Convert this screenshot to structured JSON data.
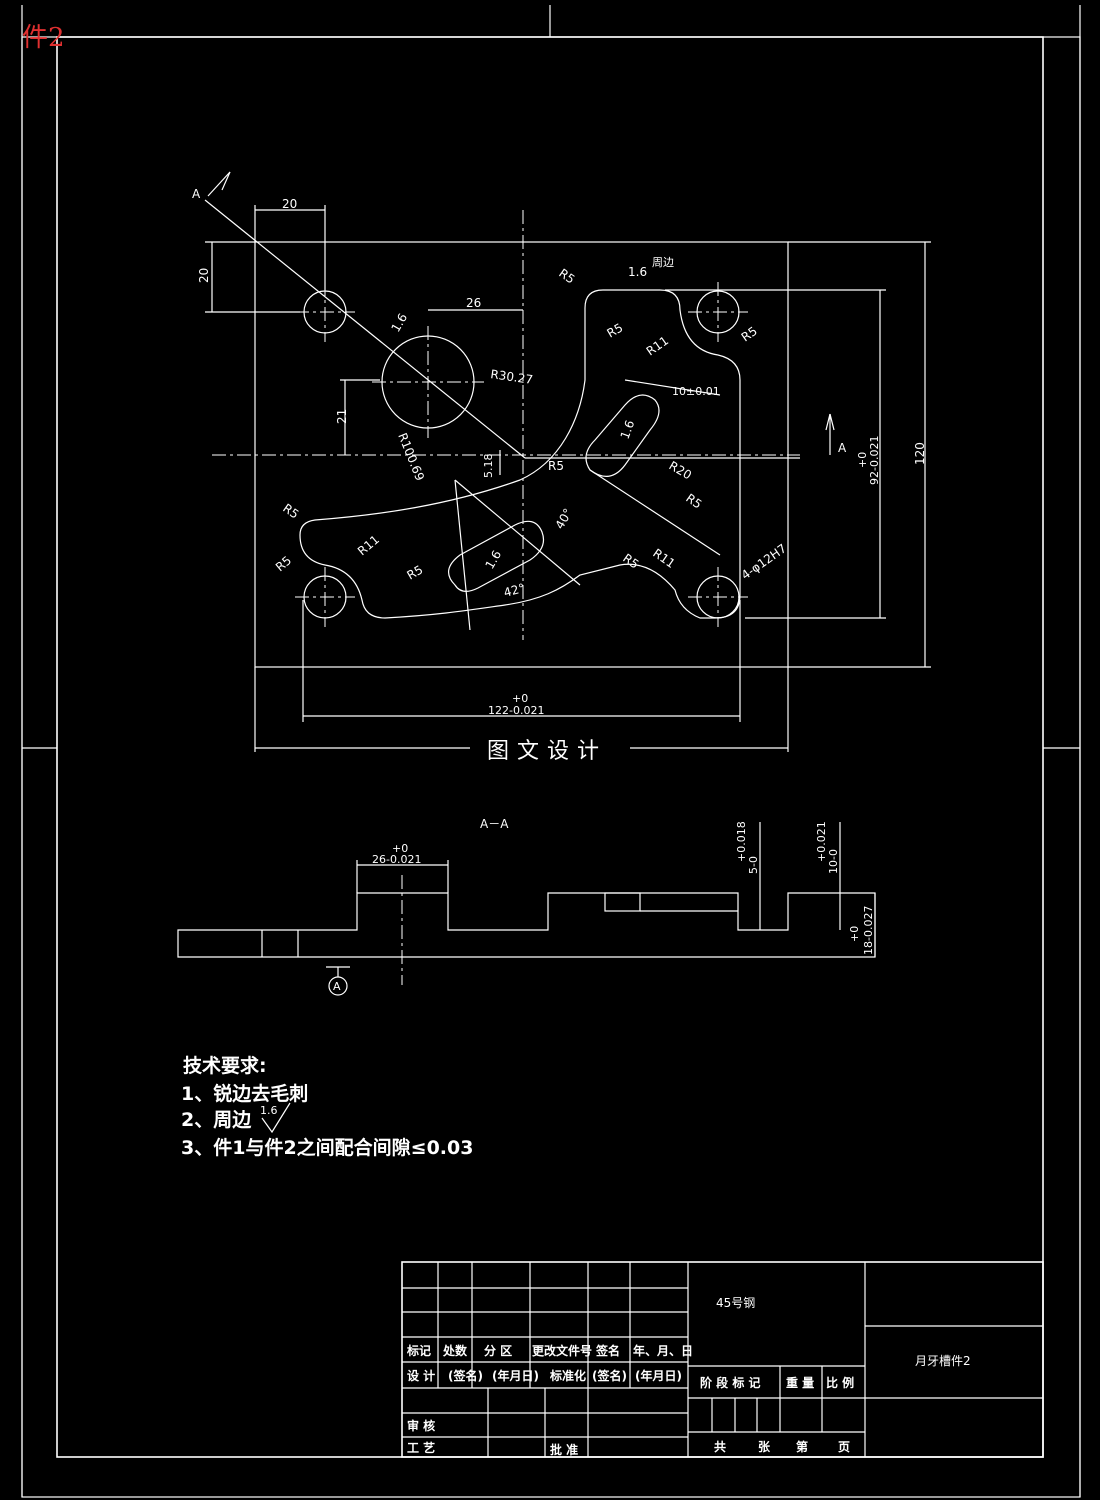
{
  "part_tag": "件2",
  "view_label": "图文设计",
  "section_label": "A－A",
  "section_marker": "A",
  "datum_label": "A",
  "dims": {
    "d20_h": "20",
    "d20_v": "20",
    "d26": "26",
    "d21": "21",
    "d518": "5.18",
    "r3027": "R30.27",
    "r10069": "R100.69",
    "d10": "10±0.01",
    "r20": "R20",
    "r5": "R5",
    "r11": "R11",
    "ang40": "40°",
    "ang42": "42°",
    "holes": "4-φ12H7",
    "rough": "1.6",
    "rough_note": "周边",
    "w122_up": "+0",
    "w122": "122-0.021",
    "h92_up": "+0",
    "h92": "92-0.021",
    "h120": "120",
    "s26_up": "+0",
    "s26": "26-0.021",
    "s5_up": "+0.018",
    "s5": "5-0",
    "s10_up": "+0.021",
    "s10": "10-0",
    "s18_up": "+0",
    "s18": "18-0.027"
  },
  "tech": {
    "title": "技术要求:",
    "items": [
      "1、锐边去毛刺",
      "2、周边",
      "3、件1与件2之间配合间隙≤0.03"
    ],
    "rough_symbol": "1.6"
  },
  "title_block": {
    "material": "45号钢",
    "part_name": "月牙槽件2",
    "row_headers": [
      "标记",
      "处数",
      "分 区",
      "更改文件号",
      "签名",
      "年、月、日"
    ],
    "design_row": [
      "设 计",
      "(签名)",
      "(年月日)",
      "标准化",
      "(签名)",
      "(年月日)"
    ],
    "review": "审 核",
    "process": "工 艺",
    "approve": "批 准",
    "stage_labels": [
      "阶 段 标 记",
      "重 量",
      "比 例"
    ],
    "sheet_labels": [
      "共",
      "张",
      "第",
      "页"
    ]
  }
}
